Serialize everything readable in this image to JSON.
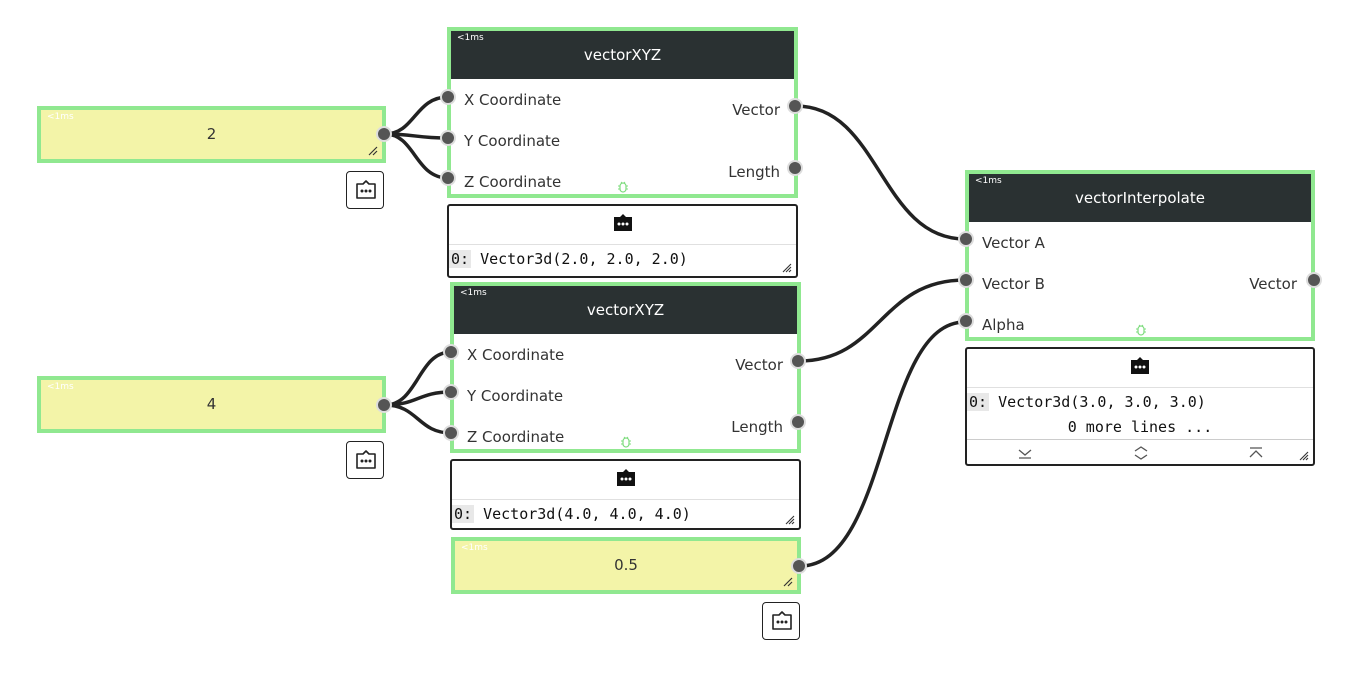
{
  "nodes": [
    {
      "timing": "<1ms",
      "title": "vectorXYZ",
      "inputs": [
        "X Coordinate",
        "Y Coordinate",
        "Z Coordinate"
      ],
      "outputs": [
        "Vector",
        "Length"
      ],
      "output_lines": [
        {
          "index": "0:",
          "value": "Vector3d(2.0, 2.0, 2.0)"
        }
      ]
    },
    {
      "timing": "<1ms",
      "title": "vectorXYZ",
      "inputs": [
        "X Coordinate",
        "Y Coordinate",
        "Z Coordinate"
      ],
      "outputs": [
        "Vector",
        "Length"
      ],
      "output_lines": [
        {
          "index": "0:",
          "value": "Vector3d(4.0, 4.0, 4.0)"
        }
      ]
    },
    {
      "timing": "<1ms",
      "title": "vectorInterpolate",
      "inputs": [
        "Vector A",
        "Vector B",
        "Alpha"
      ],
      "outputs": [
        "Vector"
      ],
      "output_lines": [
        {
          "index": "0:",
          "value": "Vector3d(3.0, 3.0, 3.0)"
        }
      ],
      "more_lines": "0 more lines ..."
    }
  ],
  "constants": [
    {
      "timing": "<1ms",
      "value": "2"
    },
    {
      "timing": "<1ms",
      "value": "4"
    },
    {
      "timing": "<1ms",
      "value": "0.5"
    }
  ],
  "colors": {
    "node_border": "#90e890",
    "node_header": "#2a3132",
    "constant_fill": "#f3f4a8",
    "wire": "#222222",
    "port": "#555555"
  },
  "icons": {
    "viewer": "viewer-bot-icon",
    "debug": "bug-icon",
    "resize": "resize-handle-icon",
    "collapse": "collapse-icon",
    "expand": "expand-icon",
    "scroll_top": "scroll-top-icon"
  }
}
